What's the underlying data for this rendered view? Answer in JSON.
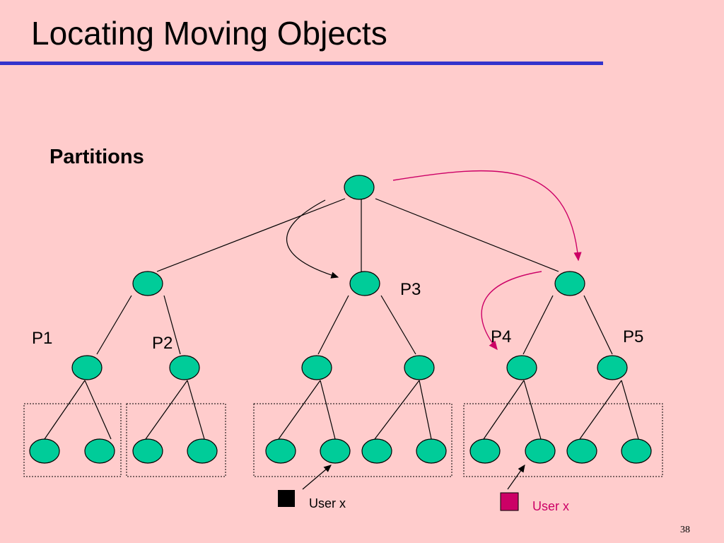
{
  "slide": {
    "title": "Locating Moving Objects",
    "subtitle": "Partitions",
    "page_number": "38"
  },
  "partitions": [
    "P1",
    "P2",
    "P3",
    "P4",
    "P5"
  ],
  "users": [
    {
      "label": "User x",
      "color": "#000000"
    },
    {
      "label": "User x",
      "color": "#CC0066"
    }
  ],
  "colors": {
    "background": "#FFCCCC",
    "rule": "#3333CC",
    "node_fill": "#00CC99",
    "highlight": "#CC0066"
  }
}
